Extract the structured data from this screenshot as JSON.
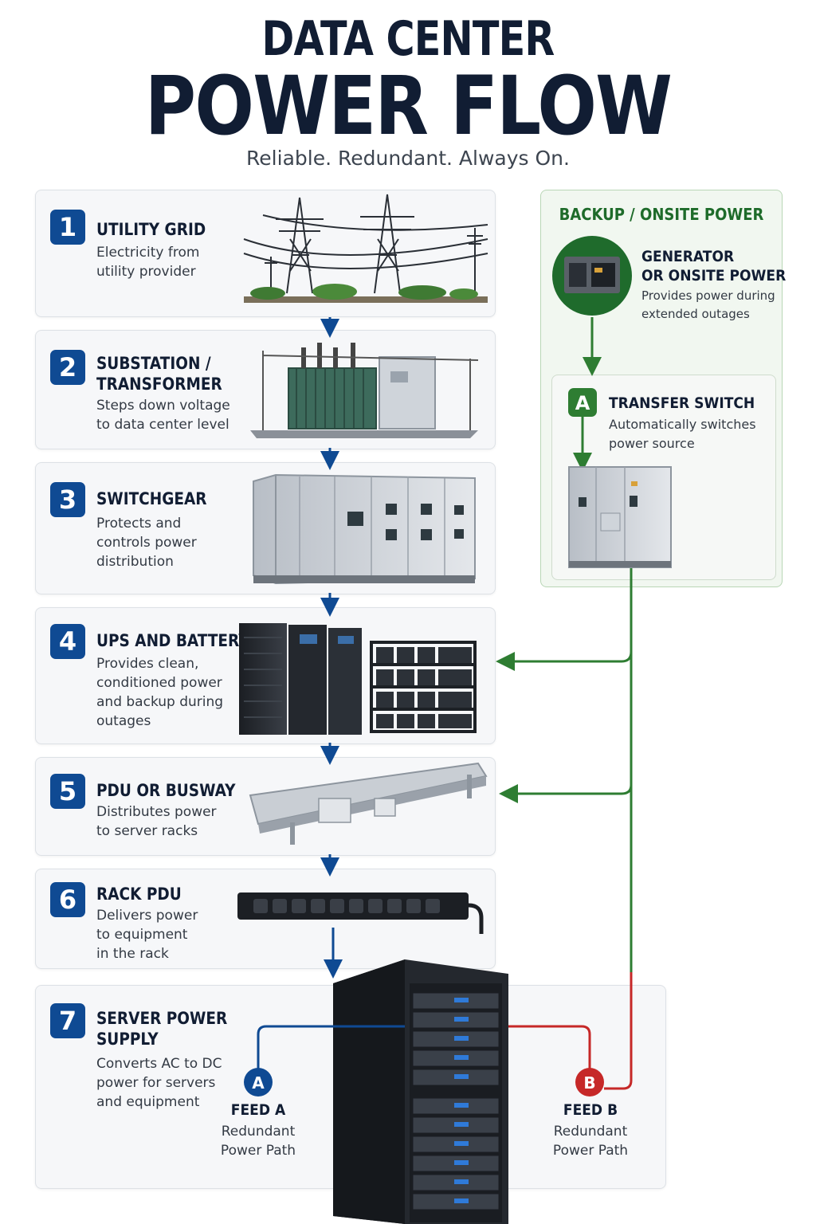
{
  "header": {
    "title_line1": "DATA CENTER",
    "title_line2": "POWER FLOW",
    "subtitle": "Reliable. Redundant. Always On."
  },
  "steps": [
    {
      "number": "1",
      "title": "UTILITY GRID",
      "desc_lines": [
        "Electricity from",
        "utility provider"
      ]
    },
    {
      "number": "2",
      "title_lines": [
        "SUBSTATION /",
        "TRANSFORMER"
      ],
      "desc_lines": [
        "Steps down voltage",
        "to data center level"
      ]
    },
    {
      "number": "3",
      "title": "SWITCHGEAR",
      "desc_lines": [
        "Protects and",
        "controls power",
        "distribution"
      ]
    },
    {
      "number": "4",
      "title": "UPS AND BATTERY",
      "desc_lines": [
        "Provides clean,",
        "conditioned power",
        "and backup during",
        "outages"
      ]
    },
    {
      "number": "5",
      "title": "PDU OR BUSWAY",
      "desc_lines": [
        "Distributes power",
        "to server racks"
      ]
    },
    {
      "number": "6",
      "title": "RACK PDU",
      "desc_lines": [
        "Delivers power",
        "to equipment",
        "in the rack"
      ]
    },
    {
      "number": "7",
      "title_lines": [
        "SERVER POWER",
        "SUPPLY"
      ],
      "desc_lines": [
        "Converts AC to DC",
        "power for servers",
        "and equipment"
      ]
    }
  ],
  "backup": {
    "title": "BACKUP / ONSITE POWER",
    "generator": {
      "title_lines": [
        "GENERATOR",
        "OR ONSITE POWER"
      ],
      "desc_lines": [
        "Provides power during",
        "extended outages"
      ]
    },
    "transfer_switch": {
      "badge": "A",
      "title": "TRANSFER SWITCH",
      "desc_lines": [
        "Automatically switches",
        "power source"
      ]
    }
  },
  "feeds": {
    "a": {
      "badge": "A",
      "title": "FEED A",
      "desc_lines": [
        "Redundant",
        "Power Path"
      ]
    },
    "b": {
      "badge": "B",
      "title": "FEED B",
      "desc_lines": [
        "Redundant",
        "Power Path"
      ]
    }
  },
  "colors": {
    "primary_blue": "#0f4a93",
    "backup_green": "#2e7d32",
    "feed_red": "#c62828",
    "title_navy": "#111d33"
  },
  "icons": {
    "step1": "transmission-tower-icon",
    "step2": "transformer-icon",
    "step3": "switchgear-cabinet-icon",
    "step4": "ups-battery-icon",
    "step5": "busway-icon",
    "step6": "rack-pdu-icon",
    "step7": "server-rack-icon",
    "generator": "generator-icon",
    "transfer_switch": "transfer-switch-cabinet-icon"
  }
}
